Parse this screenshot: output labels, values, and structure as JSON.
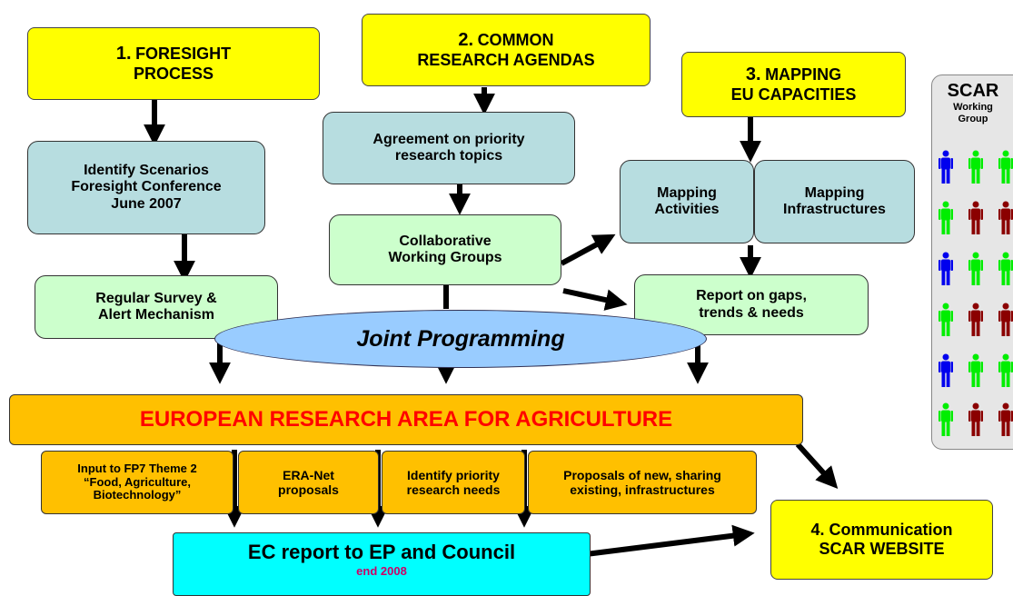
{
  "steps": {
    "foresight": {
      "number": "1.",
      "line1": "FORESIGHT",
      "line2": "PROCESS"
    },
    "agendas": {
      "number": "2.",
      "line1": "COMMON",
      "line2": "RESEARCH AGENDAS"
    },
    "mapping": {
      "number": "3.",
      "line1": "MAPPING",
      "line2": "EU CAPACITIES"
    }
  },
  "boxes": {
    "scenarios": [
      "Identify Scenarios",
      "Foresight Conference",
      "June 2007"
    ],
    "survey": [
      "Regular Survey &",
      "Alert Mechanism"
    ],
    "agreement": [
      "Agreement on priority",
      "research topics"
    ],
    "working_groups": [
      "Collaborative",
      "Working Groups"
    ],
    "mapping_activities": [
      "Mapping",
      "Activities"
    ],
    "mapping_infrastructures": [
      "Mapping",
      "Infrastructures"
    ],
    "report_gaps": [
      "Report on gaps,",
      "trends & needs"
    ],
    "joint_programming": "Joint Programming",
    "era": "EUROPEAN RESEARCH AREA FOR AGRICULTURE",
    "fp7": [
      "Input to FP7 Theme 2",
      "“Food, Agriculture,",
      "Biotechnology”"
    ],
    "eranet": [
      "ERA-Net",
      "proposals"
    ],
    "priority_needs": [
      "Identify priority",
      "research needs"
    ],
    "proposals": [
      "Proposals of new, sharing",
      "existing, infrastructures"
    ],
    "ec_report": "EC report to EP and Council",
    "ec_report_date": "end 2008",
    "communication": [
      "4. Communication",
      "SCAR WEBSITE"
    ]
  },
  "scar_panel": {
    "title": "SCAR",
    "subtitle": [
      "Working",
      "Group"
    ],
    "people_colors": [
      [
        "#0000ee",
        "#00ee00",
        "#00ee00"
      ],
      [
        "#00ee00",
        "#8b0000",
        "#8b0000"
      ],
      [
        "#0000ee",
        "#00ee00",
        "#00ee00"
      ],
      [
        "#00ee00",
        "#8b0000",
        "#8b0000"
      ],
      [
        "#0000ee",
        "#00ee00",
        "#00ee00"
      ],
      [
        "#00ee00",
        "#8b0000",
        "#8b0000"
      ]
    ]
  },
  "colors": {
    "yellow": "#ffff00",
    "teal": "#b7dde0",
    "mint": "#ccffcc",
    "orange": "#ffc000",
    "era_text": "#ff0000",
    "cyan": "#00ffff",
    "date_text": "#cc0066",
    "ellipse": "#99ccff"
  }
}
